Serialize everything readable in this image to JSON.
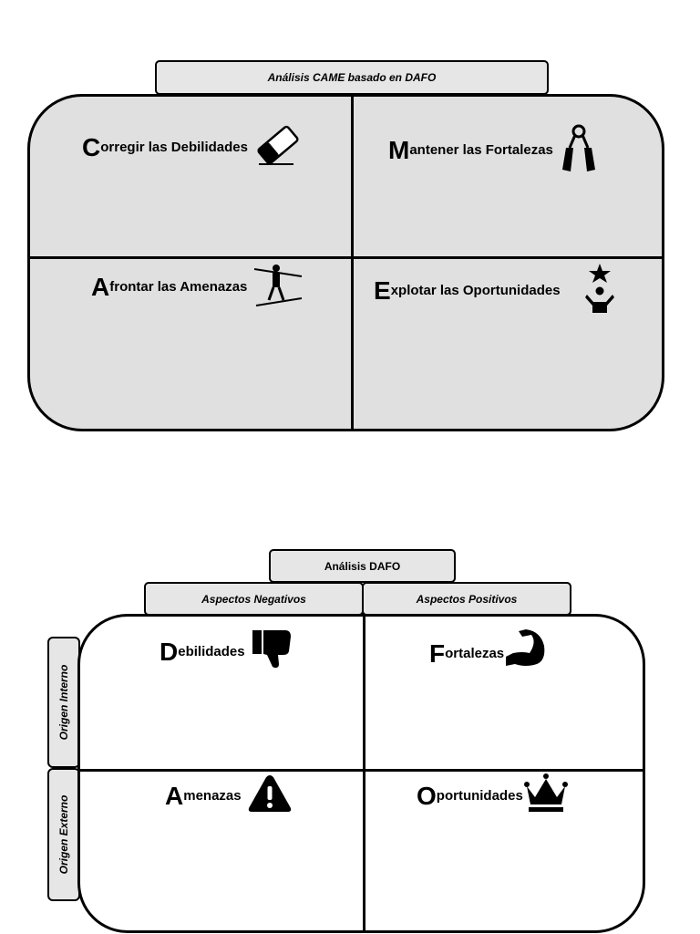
{
  "came": {
    "title": "Análisis CAME basado en DAFO",
    "quadrants": [
      {
        "initial": "C",
        "rest": "orregir las Debilidades",
        "icon": "eraser-icon"
      },
      {
        "initial": "M",
        "rest": "antener las  Fortalezas",
        "icon": "hand-gripper-icon"
      },
      {
        "initial": "A",
        "rest": "frontar las Amenazas",
        "icon": "tightrope-walker-icon"
      },
      {
        "initial": "E",
        "rest": "xplotar las  Oportunidades",
        "icon": "star-person-icon"
      }
    ]
  },
  "dafo": {
    "title": "Análisis DAFO",
    "columns": [
      "Aspectos Negativos",
      "Aspectos Positivos"
    ],
    "rows": [
      "Origen Interno",
      "Origen Externo"
    ],
    "quadrants": [
      {
        "initial": "D",
        "rest": "ebilidades",
        "icon": "thumbs-down-icon"
      },
      {
        "initial": "F",
        "rest": "ortalezas",
        "icon": "flexed-arm-icon"
      },
      {
        "initial": "A",
        "rest": "menazas",
        "icon": "warning-icon"
      },
      {
        "initial": "O",
        "rest": "portunidades",
        "icon": "crown-icon"
      }
    ]
  },
  "colors": {
    "came_fill": "#e0e0e0",
    "dafo_fill": "#ffffff",
    "tab_fill": "#e6e6e6",
    "border": "#000000"
  }
}
